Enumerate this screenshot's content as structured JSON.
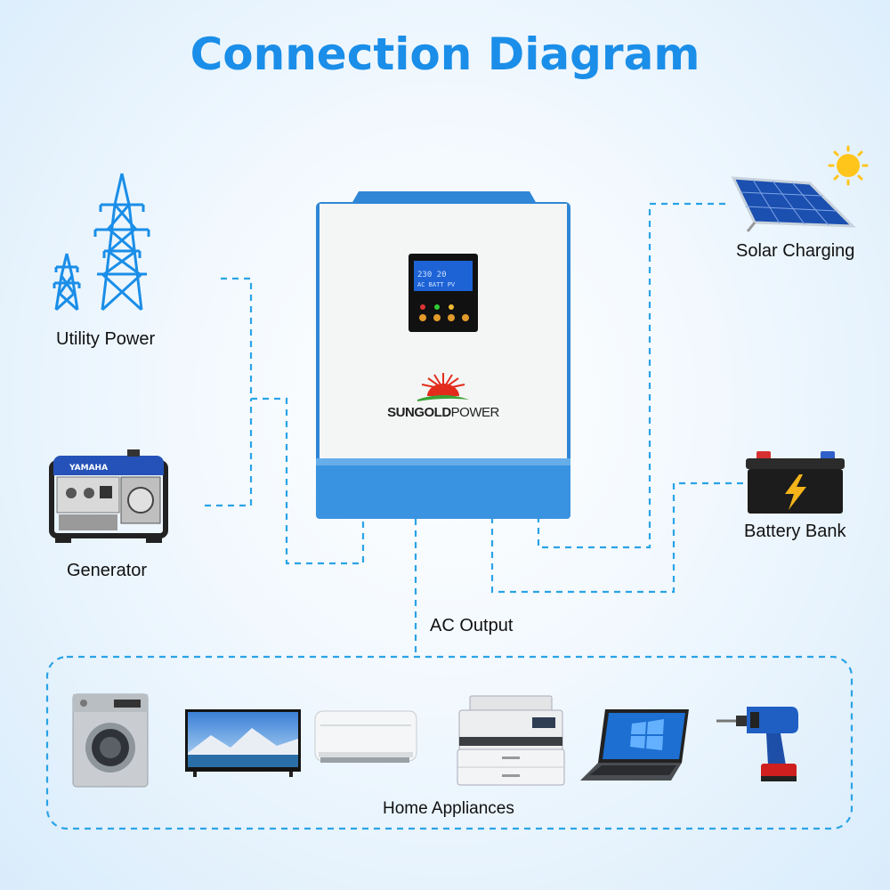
{
  "title": "Connection Diagram",
  "labels": {
    "utility_power": "Utility Power",
    "generator": "Generator",
    "solar_charging": "Solar Charging",
    "battery_bank": "Battery Bank",
    "ac_output": "AC Output",
    "home_appliances": "Home Appliances"
  },
  "inverter": {
    "brand_left": "SUNGOLD",
    "brand_right": "POWER"
  },
  "generator": {
    "brand": "YAMAHA"
  },
  "colors": {
    "accent": "#1a8ee8",
    "wire": "#2aa3e6",
    "inverter_blue": "#2f86d6",
    "inverter_body": "#f4f5f5"
  }
}
